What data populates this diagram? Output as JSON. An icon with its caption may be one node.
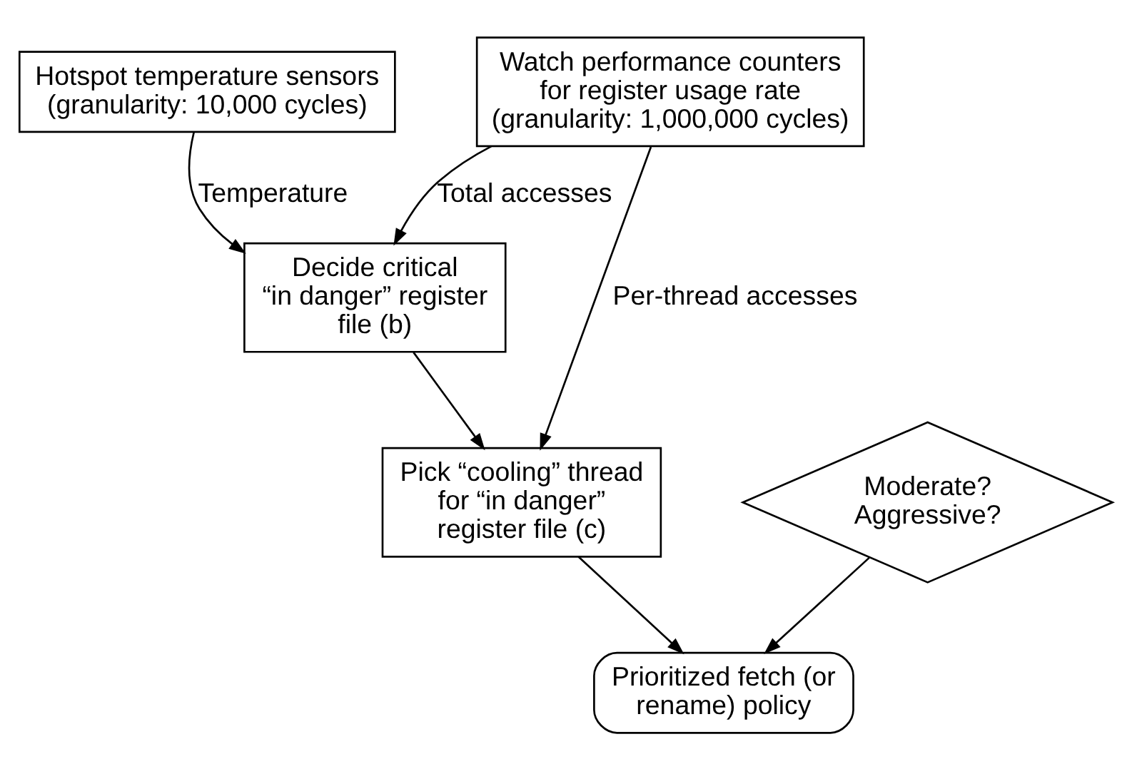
{
  "diagram": {
    "nodes": [
      {
        "text": [
          "Hotspot temperature sensors (granularity: 10,000 cycles)"
        ]
      },
      {
        "text": [
          "Decide critical “in danger” register file (b)"
        ]
      },
      {
        "text": [
          "Watch performance counters for register usage rate (granularity: 1,000,000 cycles)"
        ]
      },
      {
        "text": [
          "Pick “cooling” thread for “in danger” register file (c)"
        ]
      },
      {
        "text": [
          "Moderate? Aggressive?"
        ]
      },
      {
        "text": [
          "Prioritized fetch (or rename) policy"
        ]
      }
    ],
    "edges": [
      {
        "from": 0,
        "to": 1,
        "arrow": "to",
        "label": "Temperature"
      },
      {
        "from": 2,
        "to": 1,
        "arrow": "to",
        "label": "Total accesses"
      },
      {
        "from": 1,
        "to": 3,
        "arrow": "to"
      },
      {
        "from": 2,
        "to": 3,
        "arrow": "to",
        "label": "Per-thread accesses"
      },
      {
        "from": 3,
        "to": 5,
        "arrow": "to"
      },
      {
        "from": 4,
        "to": 5,
        "arrow": "to"
      }
    ]
  }
}
